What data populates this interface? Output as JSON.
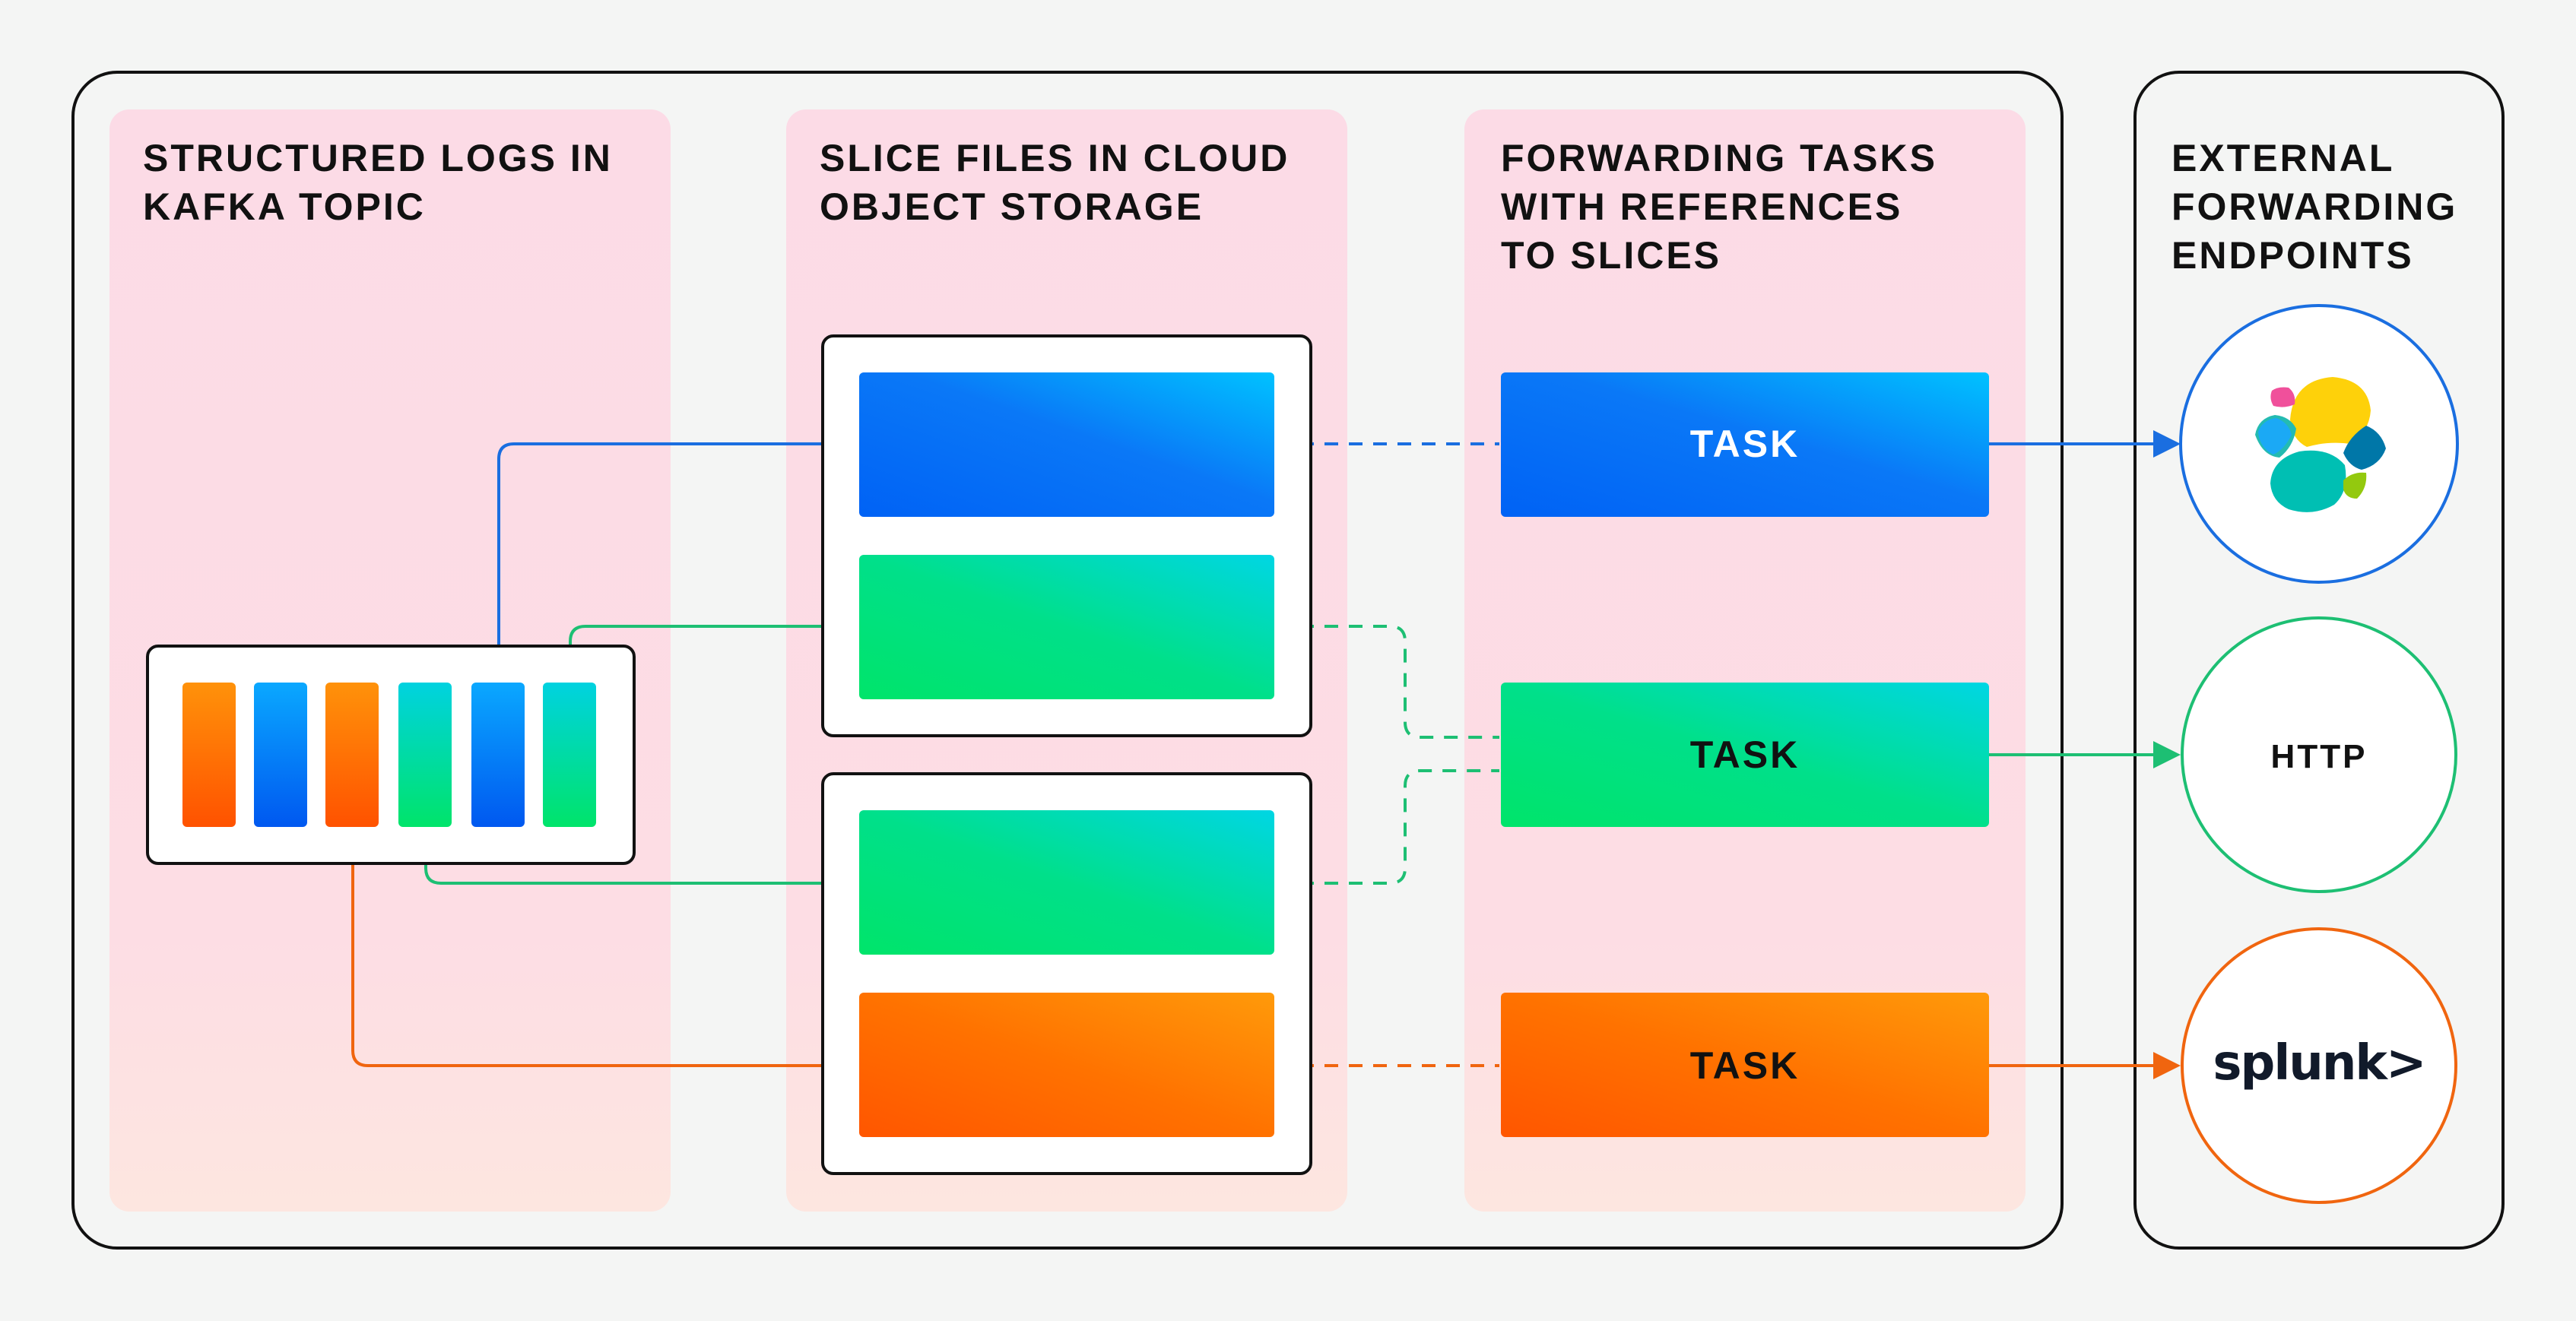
{
  "columns": [
    {
      "title_lines": [
        "STRUCTURED LOGS IN",
        "KAFKA TOPIC"
      ]
    },
    {
      "title_lines": [
        "SLICE FILES IN CLOUD",
        "OBJECT STORAGE"
      ]
    },
    {
      "title_lines": [
        "FORWARDING TASKS",
        "WITH REFERENCES",
        "TO SLICES"
      ]
    },
    {
      "title_lines": [
        "EXTERNAL",
        "FORWARDING",
        "ENDPOINTS"
      ]
    }
  ],
  "kafka_messages": [
    "orange",
    "blue",
    "orange",
    "green",
    "blue",
    "green"
  ],
  "slice_groups": [
    {
      "slices": [
        "blue",
        "green"
      ]
    },
    {
      "slices": [
        "green",
        "orange"
      ]
    }
  ],
  "tasks": [
    {
      "label": "TASK",
      "color": "blue"
    },
    {
      "label": "TASK",
      "color": "green"
    },
    {
      "label": "TASK",
      "color": "orange"
    }
  ],
  "endpoints": [
    {
      "name": "elastic-logo",
      "label": "",
      "border": "#1a6ee0"
    },
    {
      "name": "http",
      "label": "HTTP",
      "border": "#1dbf73"
    },
    {
      "name": "splunk",
      "label": "splunk>",
      "border": "#f0650f"
    }
  ],
  "colors": {
    "page_bg": "#f4f5f4",
    "panel_fill": "#fcdbe6",
    "blue_start": "#0062f5",
    "blue_end": "#00c2ff",
    "green_start": "#00e46a",
    "green_end": "#00d6e4",
    "orange_start": "#ff5600",
    "orange_end": "#ff9a0a",
    "blue_line": "#1a6ee0",
    "green_line": "#1dbf73",
    "orange_line": "#f0650f"
  }
}
